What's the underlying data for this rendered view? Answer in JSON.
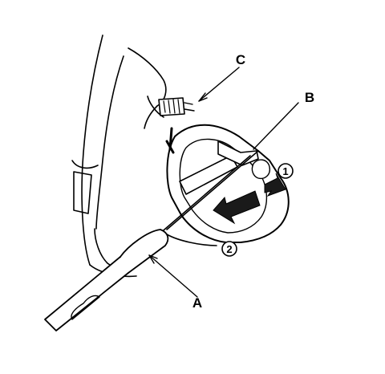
{
  "callouts": {
    "a": "A",
    "b": "B",
    "c": "C"
  },
  "steps": {
    "one": "1",
    "two": "2"
  },
  "colors": {
    "ink": "#000000",
    "paper": "#ffffff",
    "shade": "#1a1a1a"
  },
  "icons": {
    "screwdriver": "screwdriver-icon",
    "connector": "connector-icon",
    "switch": "switch-icon",
    "arrow": "arrow-icon"
  }
}
